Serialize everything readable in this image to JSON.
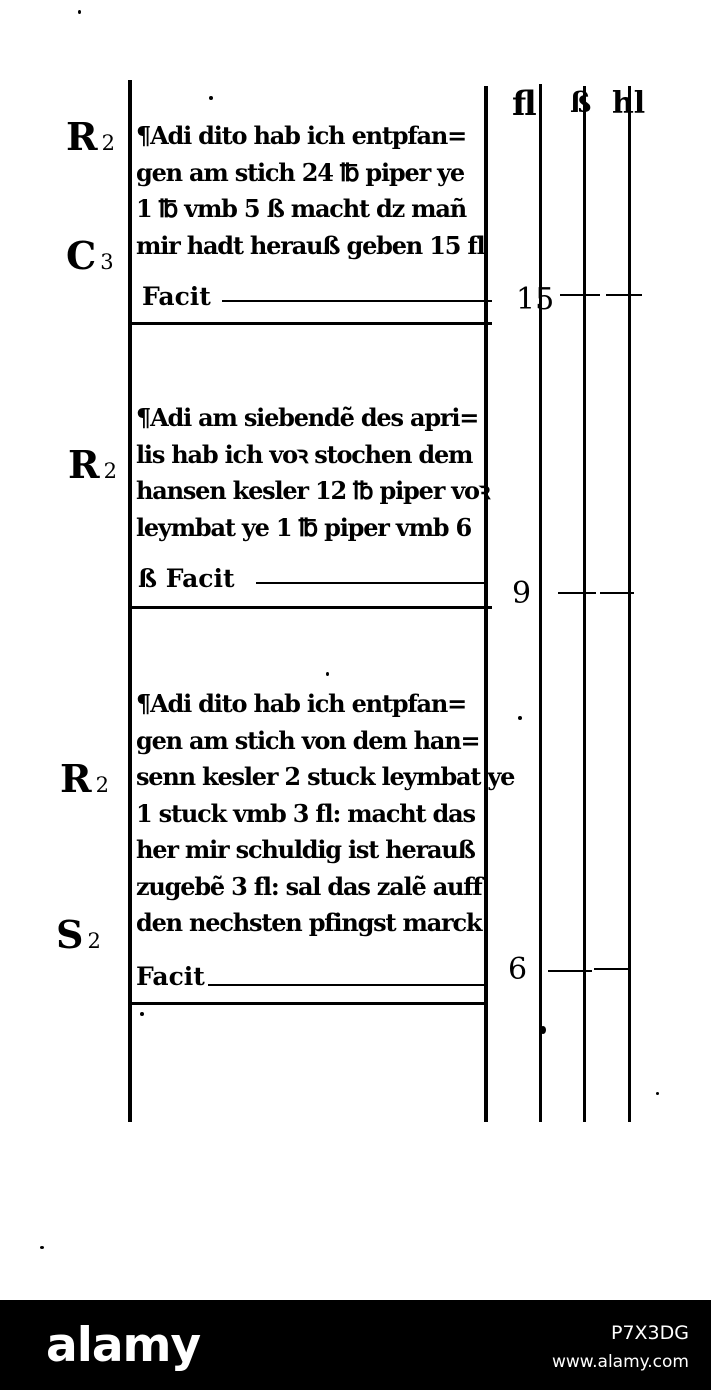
{
  "column_headers": {
    "gulden": "fl",
    "schilling": "ß",
    "heller": "hl"
  },
  "entries": [
    {
      "lines": [
        "¶Adi dito hab ich entpfan=",
        "gen am stich 24 ℔ piper ye",
        "1 ℔ vmb 5 ß macht dz mañ",
        "mir hadt herauß geben 15 fl"
      ],
      "facit": "Facit",
      "amount": "15",
      "margin": [
        {
          "letter": "R",
          "num": "2"
        },
        {
          "letter": "C",
          "num": "3"
        }
      ]
    },
    {
      "lines": [
        "¶Adi am siebendẽ des apri=",
        "lis hab ich voꝛ stochen dem",
        "hansen kesler 12 ℔ piper voꝛ",
        "leymbat ye 1 ℔ piper vmb 6"
      ],
      "facit": "ß Facit",
      "amount": "9",
      "margin": [
        {
          "letter": "R",
          "num": "2"
        }
      ]
    },
    {
      "lines": [
        "¶Adi dito hab ich entpfan=",
        "gen am stich von dem han=",
        "senn kesler 2 stuck leymbat ye",
        "1 stuck vmb 3 fl: macht das",
        "her mir schuldig ist herauß",
        "zugebẽ 3 fl: sal das zalẽ auff",
        "den nechsten pfingst marck"
      ],
      "facit": "Facit",
      "amount": "6",
      "margin": [
        {
          "letter": "R",
          "num": "2"
        },
        {
          "letter": "S",
          "num": "2"
        }
      ]
    }
  ],
  "watermark": {
    "brand": "alamy",
    "image_id": "P7X3DG",
    "site": "www.alamy.com"
  }
}
